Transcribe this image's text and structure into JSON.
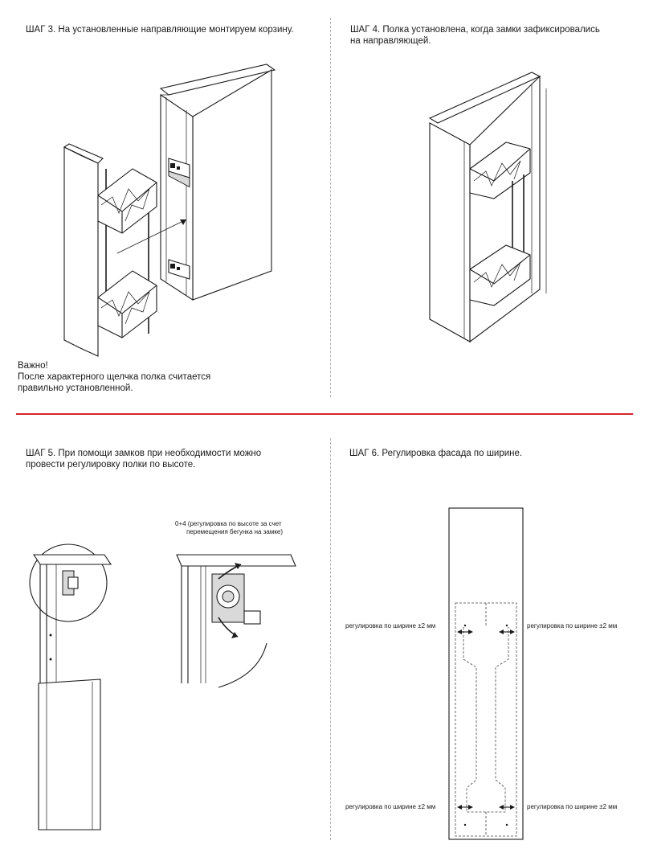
{
  "steps": {
    "step3": {
      "title": "ШАГ 3. На установленные направляющие монтируем корзину.",
      "note_line1": "Важно!",
      "note_line2": "После характерного щелчка полка считается",
      "note_line3": "правильно  установленной."
    },
    "step4": {
      "title_line1": "ШАГ 4. Полка установлена, когда замки зафиксировались",
      "title_line2": "на направляющей."
    },
    "step5": {
      "title_line1": "ШАГ 5. При помощи замков при необходимости можно",
      "title_line2": "провести  регулировку полки по высоте.",
      "callout_line1": "0+4 (регулировка по высоте за счет",
      "callout_line2": "перемещения бегунка на замке)"
    },
    "step6": {
      "title": "ШАГ 6. Регулировка фасада по ширине.",
      "adjust_top_left": "регулировка по ширине ±2 мм",
      "adjust_top_right": "регулировка по ширине ±2 мм",
      "adjust_bottom_left": "регулировка по ширине ±2 мм",
      "adjust_bottom_right": "регулировка по ширине ±2 мм"
    }
  },
  "colors": {
    "divider": "#d6242b",
    "separator": "#b5b5b5",
    "text": "#1a1a1a"
  }
}
